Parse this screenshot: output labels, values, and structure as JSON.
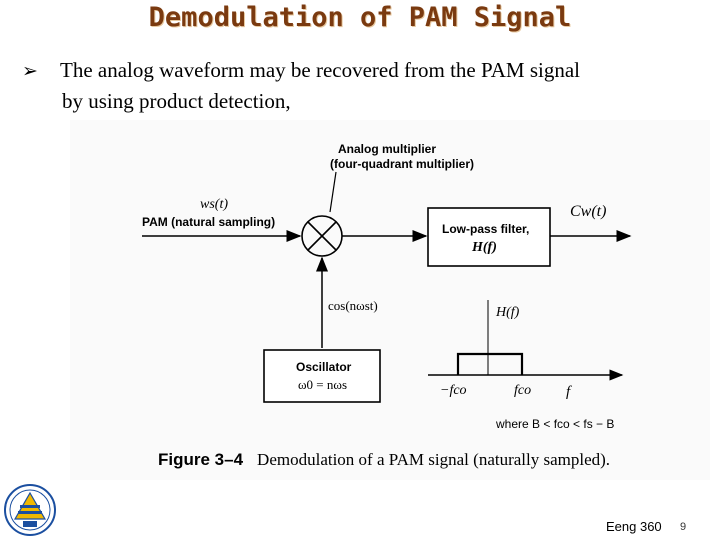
{
  "slide": {
    "title": "Demodulation of PAM Signal",
    "bullet_line1": "The analog waveform may be recovered from the PAM signal",
    "bullet_line2": "by using product detection,",
    "bullet_icon": "arrow-bullet-icon"
  },
  "figure": {
    "multiplier_label_1": "Analog multiplier",
    "multiplier_label_2": "(four-quadrant multiplier)",
    "input_signal": "ws(t)",
    "input_label": "PAM (natural sampling)",
    "filter_label_1": "Low-pass filter,",
    "filter_label_2": "H(f)",
    "output_label": "Cw(t)",
    "carrier_label": "cos(nωst)",
    "oscillator_label_1": "Oscillator",
    "oscillator_label_2": "ω0 = nωs",
    "response_label": "H(f)",
    "neg_cutoff": "−fco",
    "pos_cutoff": "fco",
    "freq_axis": "f",
    "condition": "where B < fco < fs − B",
    "caption_number": "Figure 3–4",
    "caption_text": "Demodulation of a PAM signal (naturally sampled)."
  },
  "footer": {
    "course": "Eeng 360",
    "page": "9",
    "logo_icon": "university-logo-icon"
  },
  "colors": {
    "title": "#7a3a10",
    "text": "#000000",
    "logo": "#1b4fa0"
  }
}
